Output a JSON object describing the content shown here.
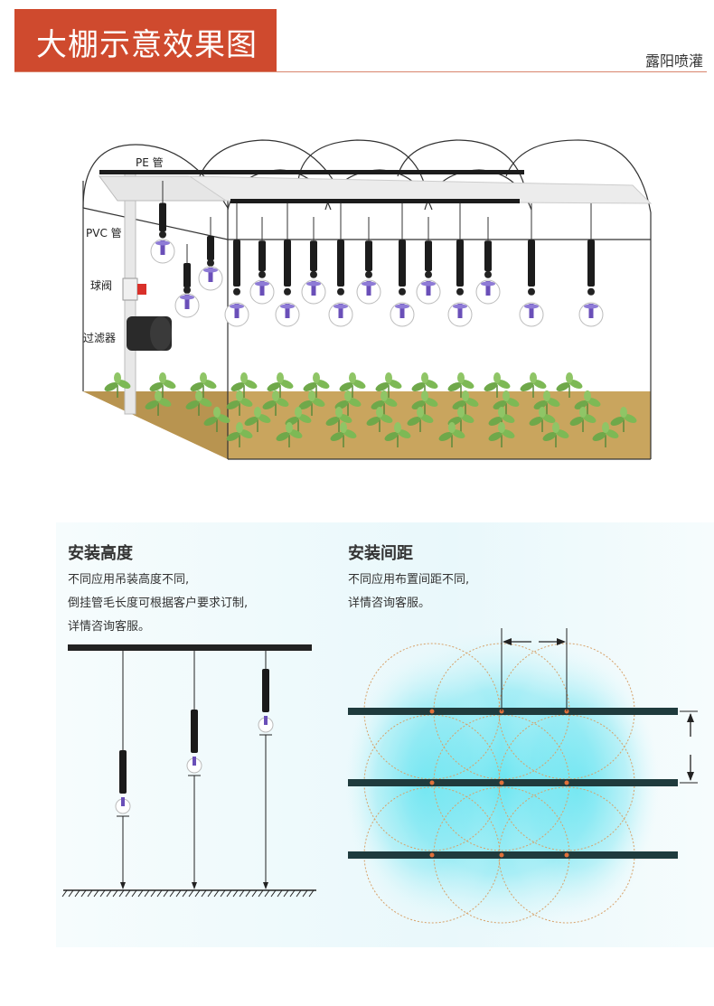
{
  "header": {
    "title": "大棚示意效果图",
    "brand": "露阳喷灌"
  },
  "greenhouse": {
    "labels": {
      "pe_pipe": "PE 管",
      "pvc_pipe": "PVC 管",
      "ball_valve": "球阀",
      "filter": "过滤器"
    },
    "colors": {
      "soil": "#c9a55e",
      "pipe": "#1c1c1c",
      "leaf": "#6fa84a",
      "valve": "#d9302a",
      "nozzle": "#6a4fb8"
    }
  },
  "height_section": {
    "title": "安装高度",
    "lines": [
      "不同应用吊装高度不同,",
      "倒挂管毛长度可根据客户要求订制,",
      "详情咨询客服。"
    ]
  },
  "spacing_section": {
    "title": "安装间距",
    "lines": [
      "不同应用布置间距不同,",
      "详情咨询客服。"
    ]
  }
}
